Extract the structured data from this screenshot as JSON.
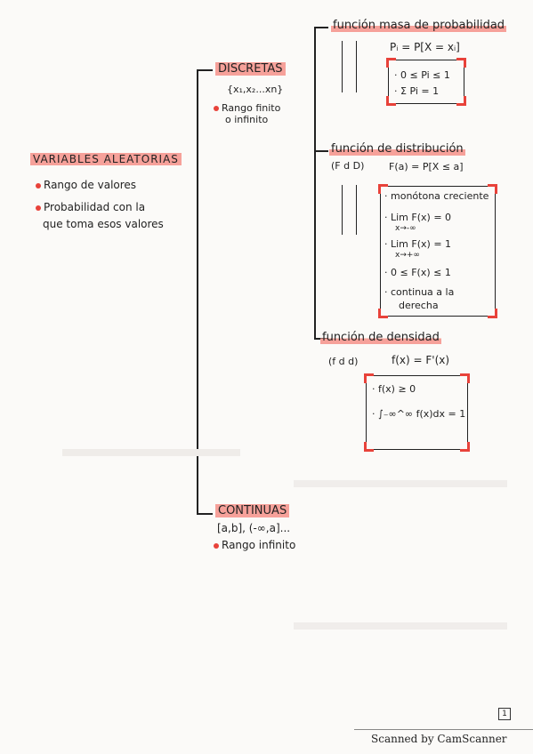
{
  "main": {
    "title": "VARIABLES ALEATORIAS",
    "bullets": [
      "Rango de valores",
      "Probabilidad con la",
      "que toma esos valores"
    ]
  },
  "discretas": {
    "label": "DISCRETAS",
    "set": "{x₁,x₂...xn}",
    "rango_l1": "Rango finito",
    "rango_l2": "o infinito"
  },
  "masa": {
    "title": "función masa de probabilidad",
    "formula": "Pᵢ = P[X = xᵢ]",
    "props": [
      "0 ≤ Pi ≤ 1",
      "Σ Pi = 1"
    ]
  },
  "distribucion": {
    "title": "función de distribución",
    "abbr": "(F d D)",
    "formula": "F(a) = P[X ≤ a]",
    "props": [
      "monótona creciente",
      "Lim F(x) = 0",
      "x→-∞",
      "Lim F(x) = 1",
      "x→+∞",
      "0 ≤ F(x) ≤ 1",
      "continua a la",
      "derecha"
    ]
  },
  "densidad": {
    "title": "función de densidad",
    "abbr": "(f d d)",
    "formula": "f(x) = F'(x)",
    "props": [
      "f(x) ≥ 0",
      "∫₋∞^∞ f(x)dx = 1"
    ]
  },
  "continuas": {
    "label": "CONTINUAS",
    "intervals": "[a,b], (-∞,a]...",
    "rango": "Rango infinito"
  },
  "page_number": "1",
  "footer": "Scanned by CamScanner",
  "colors": {
    "accent": "#e8423a",
    "highlight": "#f6a19a",
    "ink": "#222222"
  }
}
